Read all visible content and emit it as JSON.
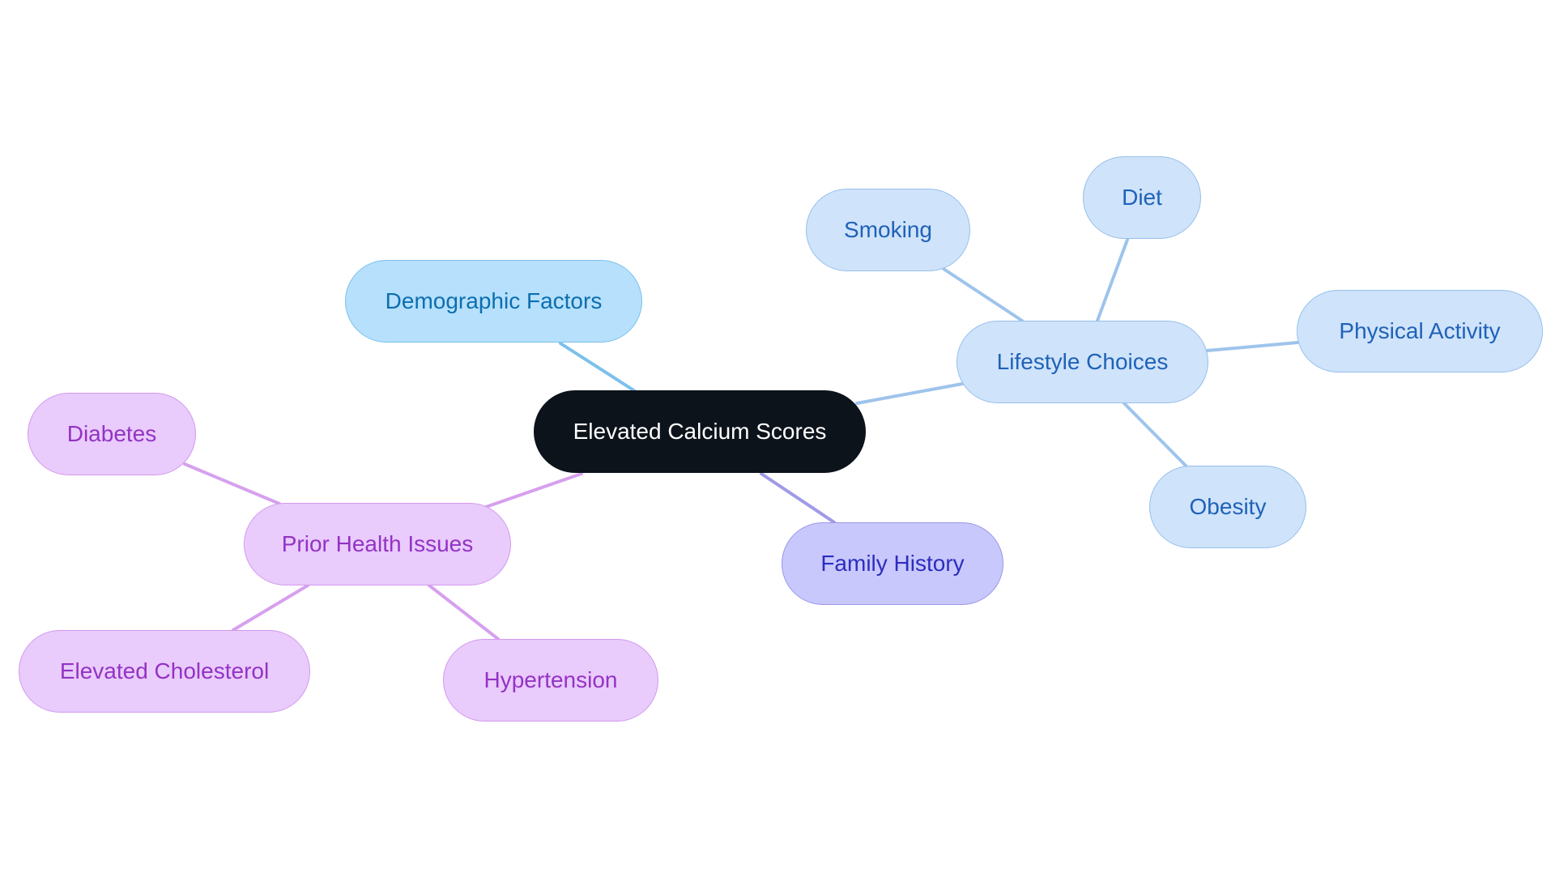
{
  "diagram": {
    "type": "mindmap",
    "root": {
      "label": "Elevated Calcium Scores"
    },
    "branches": [
      {
        "label": "Demographic Factors",
        "children": []
      },
      {
        "label": "Lifestyle Choices",
        "children": [
          "Smoking",
          "Diet",
          "Physical Activity",
          "Obesity"
        ]
      },
      {
        "label": "Prior Health Issues",
        "children": [
          "Diabetes",
          "Elevated Cholesterol",
          "Hypertension"
        ]
      },
      {
        "label": "Family History",
        "children": []
      }
    ]
  },
  "colors": {
    "root_fill": "#0d131b",
    "demographic_fill": "#b6e0fc",
    "lifestyle_fill": "#cfe3fa",
    "prior_health_fill": "#e9cbfc",
    "family_fill": "#c8c8fc"
  }
}
